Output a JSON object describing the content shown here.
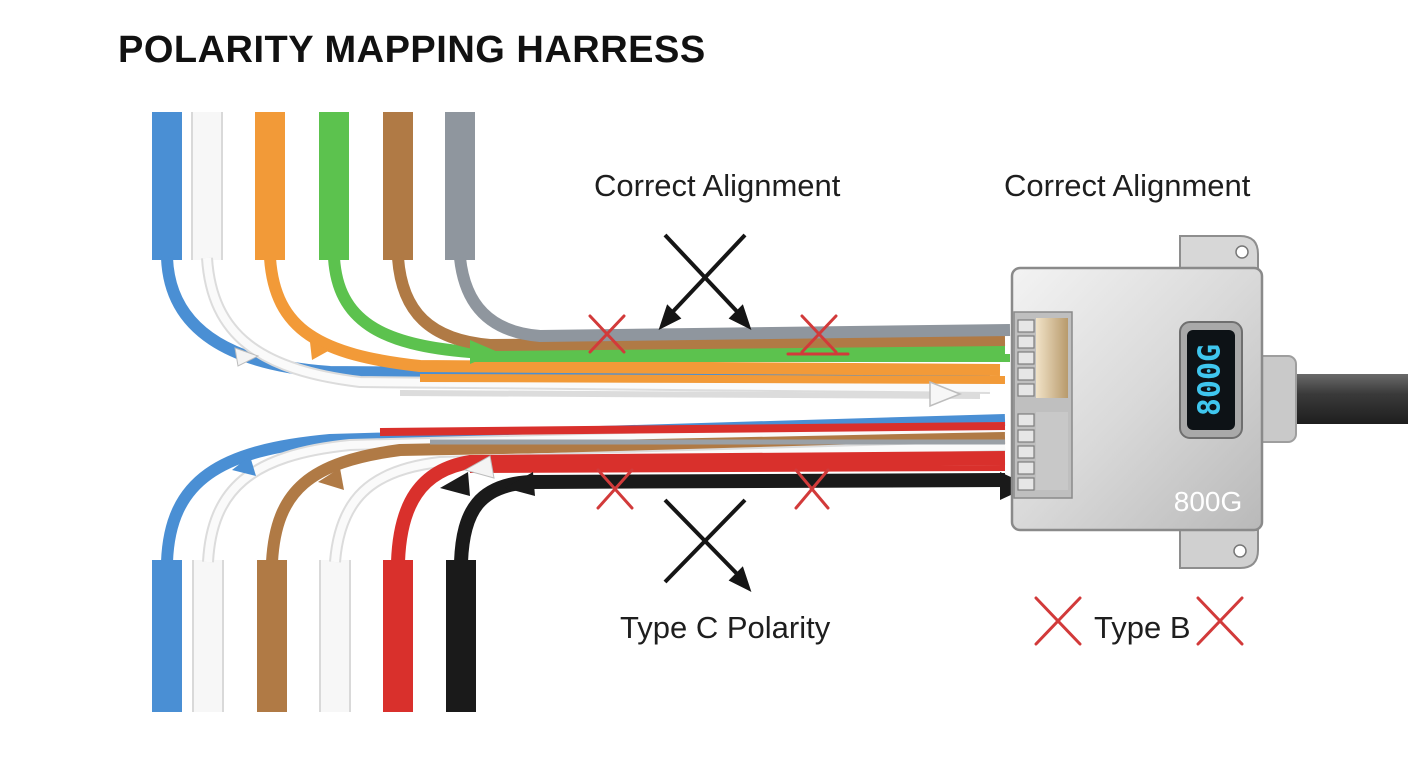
{
  "title": "POLARITY MAPPING HARRESS",
  "labels": {
    "correct_alignment_center": "Correct Alignment",
    "correct_alignment_right": "Correct Alignment",
    "type_c_polarity": "Type C Polarity",
    "type_b": "Type B"
  },
  "module": {
    "display_text": "800G",
    "body_text": "800G"
  },
  "colors": {
    "blue": "#4a8fd4",
    "white": "#f4f4f4",
    "orange": "#f29a38",
    "green": "#5cc24e",
    "brown": "#b07a45",
    "gray": "#8f969e",
    "red": "#d9302c",
    "black": "#1a1a1a",
    "cross_red": "#d23a3a",
    "display_cyan": "#3fc6ee"
  },
  "icons": [
    "x-cross-arrows-icon",
    "red-x-mark-icon",
    "optical-module-icon",
    "cable-icon"
  ]
}
